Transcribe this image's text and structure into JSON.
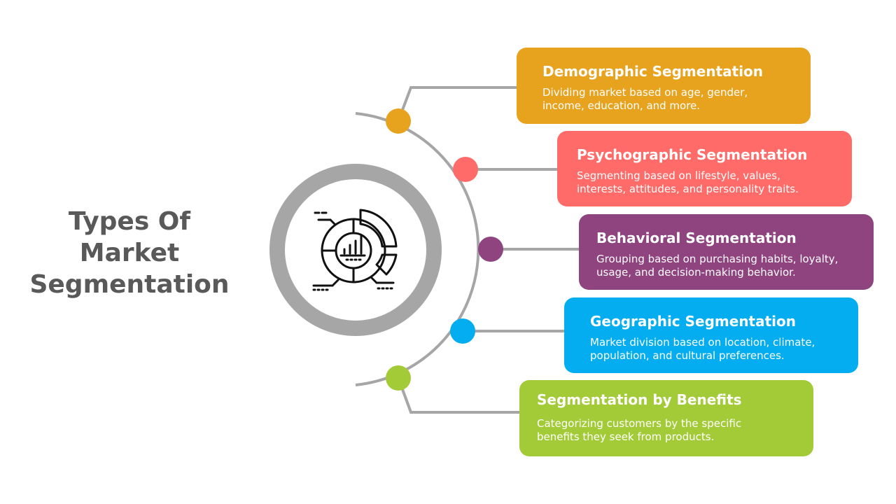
{
  "title": {
    "line1": "Types Of",
    "line2": "Market",
    "line3": "Segmentation"
  },
  "center_icon": "market-segmentation-chart-icon",
  "colors": {
    "connector": "#a6a6a6",
    "ring": "#a6a6a6",
    "title_text": "#595959"
  },
  "segments": [
    {
      "title": "Demographic Segmentation",
      "description": "Dividing market based on age, gender,\nincome, education, and more.",
      "color": "#e8a31e"
    },
    {
      "title": "Psychographic Segmentation",
      "description": "Segmenting based on lifestyle, values,\ninterests, attitudes, and personality traits.",
      "color": "#fe6b68"
    },
    {
      "title": "Behavioral Segmentation",
      "description": "Grouping based on purchasing habits, loyalty,\nusage, and decision-making behavior.",
      "color": "#8f437f"
    },
    {
      "title": "Geographic Segmentation",
      "description": "Market division based on location, climate,\npopulation, and cultural preferences.",
      "color": "#03adef"
    },
    {
      "title": "Segmentation by Benefits",
      "description": " Categorizing customers by the specific\nbenefits they seek from products.",
      "color": "#a3cb38"
    }
  ]
}
